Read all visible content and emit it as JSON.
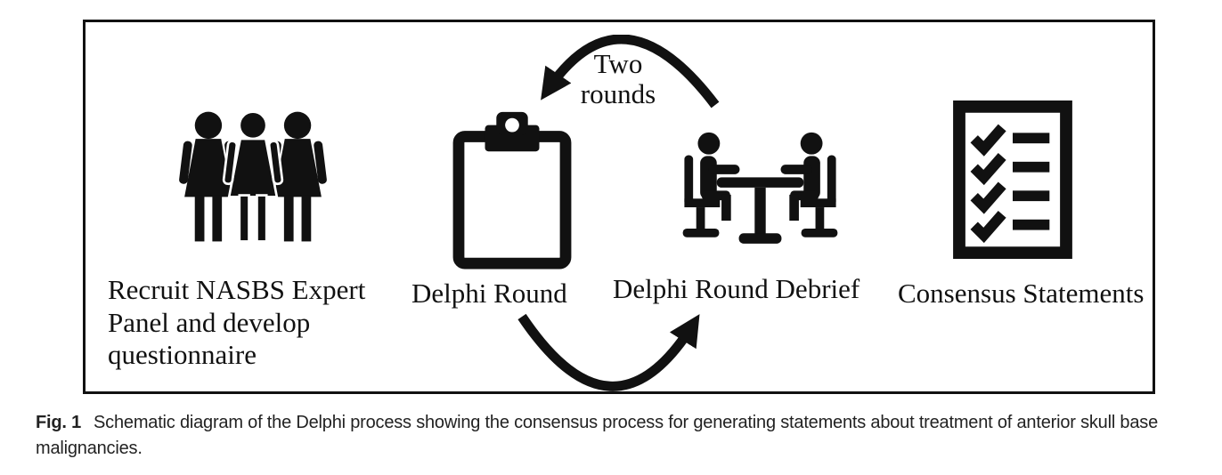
{
  "figure": {
    "diagram": {
      "steps": [
        {
          "icon": "three-people-icon",
          "label": "Recruit NASBS Expert Panel and develop questionnaire"
        },
        {
          "icon": "clipboard-icon",
          "label": "Delphi Round"
        },
        {
          "icon": "meeting-table-icon",
          "label": "Delphi Round Debrief"
        },
        {
          "icon": "checklist-icon",
          "label": "Consensus Statements"
        }
      ],
      "loop_label": "Two rounds",
      "arrows": [
        "top-return-arrow",
        "bottom-forward-arrow"
      ]
    },
    "caption": {
      "label": "Fig. 1",
      "text": "Schematic diagram of the Delphi process showing the consensus process for generating statements about treatment of anterior skull base malignancies."
    },
    "colors": {
      "ink": "#111111",
      "caption_ink": "#222222",
      "background": "#ffffff"
    }
  }
}
